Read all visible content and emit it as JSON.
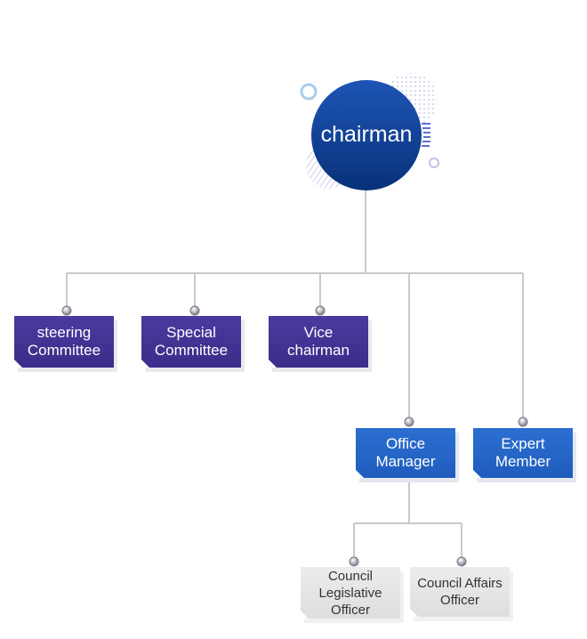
{
  "colors": {
    "line": "#c9c9c9",
    "purple": "#3f3292",
    "blue": "#2566c8",
    "gray": "#e3e3e3",
    "circle": "#0b3f93"
  },
  "chairman": {
    "label": "chairman"
  },
  "nodes": {
    "steering": {
      "label": "steering\nCommittee"
    },
    "special": {
      "label": "Special\nCommittee"
    },
    "vice": {
      "label": "Vice\nchairman"
    },
    "office": {
      "label": "Office\nManager"
    },
    "expert": {
      "label": "Expert\nMember"
    },
    "legislative": {
      "label": "Council\nLegislative\nOfficer"
    },
    "affairs": {
      "label": "Council Affairs\nOfficer"
    }
  }
}
